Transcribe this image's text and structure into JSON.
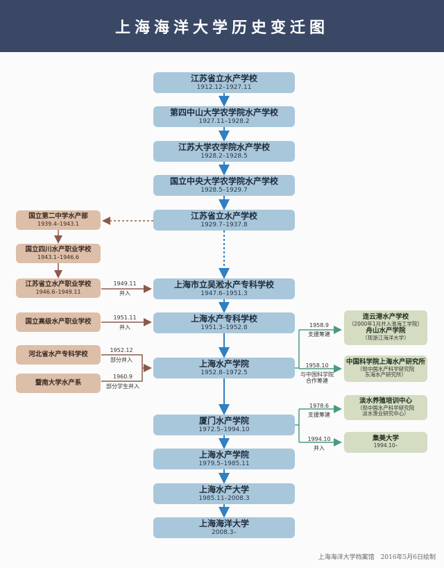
{
  "title": "上海海洋大学历史变迁图",
  "main": [
    {
      "name": "江苏省立水产学校",
      "date": "1912.12–1927.11"
    },
    {
      "name": "第四中山大学农学院水产学校",
      "date": "1927.11–1928.2"
    },
    {
      "name": "江苏大学农学院水产学校",
      "date": "1928.2–1928.5"
    },
    {
      "name": "国立中央大学农学院水产学校",
      "date": "1928.5–1929.7"
    },
    {
      "name": "江苏省立水产学校",
      "date": "1929.7–1937.8"
    },
    {
      "name": "上海市立吴淞水产专科学校",
      "date": "1947.6–1951.3"
    },
    {
      "name": "上海水产专科学校",
      "date": "1951.3–1952.8"
    },
    {
      "name": "上海水产学院",
      "date": "1952.8–1972.5"
    },
    {
      "name": "厦门水产学院",
      "date": "1972.5–1994.10"
    },
    {
      "name": "上海水产学院",
      "date": "1979.5–1985.11"
    },
    {
      "name": "上海水产大学",
      "date": "1985.11–2008.3"
    },
    {
      "name": "上海海洋大学",
      "date": "2008.3–"
    }
  ],
  "left": [
    {
      "name": "国立第二中学水产部",
      "date": "1939.4–1943.1"
    },
    {
      "name": "国立四川水产职业学校",
      "date": "1943.1–1946.6"
    },
    {
      "name": "江苏省立水产职业学校",
      "date": "1946.6–1949.11"
    },
    {
      "name": "国立高级水产职业学校",
      "date": ""
    },
    {
      "name": "河北省水产专科学校",
      "date": ""
    },
    {
      "name": "暨南大学水产系",
      "date": ""
    }
  ],
  "left_labels": [
    {
      "date": "1949.11",
      "action": "并入"
    },
    {
      "date": "1951.11",
      "action": "并入"
    },
    {
      "date": "1952.12",
      "action": "部分并入"
    },
    {
      "date": "1960.9",
      "action": "部分学生并入"
    }
  ],
  "right": [
    {
      "name": "连云港水产学校",
      "sub": "（2000年1月并入淮海工学院）",
      "name2": "舟山水产学院",
      "sub2": "（现浙江海洋大学）"
    },
    {
      "name": "中国科学院上海水产研究所",
      "sub": "（现中国水产科学研究院",
      "sub2": "东海水产研究所）"
    },
    {
      "name": "淡水养殖培训中心",
      "sub": "（现中国水产科学研究院",
      "sub2": "淡水渔业研究中心）"
    },
    {
      "name": "集美大学",
      "sub": "1994.10–"
    }
  ],
  "right_labels": [
    {
      "date": "1958.9",
      "action": "支援筹建"
    },
    {
      "date": "1958.10",
      "action": "与中国科学院",
      "action2": "合作筹建"
    },
    {
      "date": "1978.6",
      "action": "支援筹建"
    },
    {
      "date": "1994.10",
      "action": "并入"
    }
  ],
  "footer": "上海海洋大学档案馆　2016年5月6日绘制",
  "colors": {
    "header": "#3a4866",
    "main": "#a9c7db",
    "left": "#dcbea9",
    "right": "#d4dcc1",
    "blue_arrow": "#2f7fc1",
    "brown_arrow": "#8a5a4a",
    "green_arrow": "#4a9a80"
  }
}
